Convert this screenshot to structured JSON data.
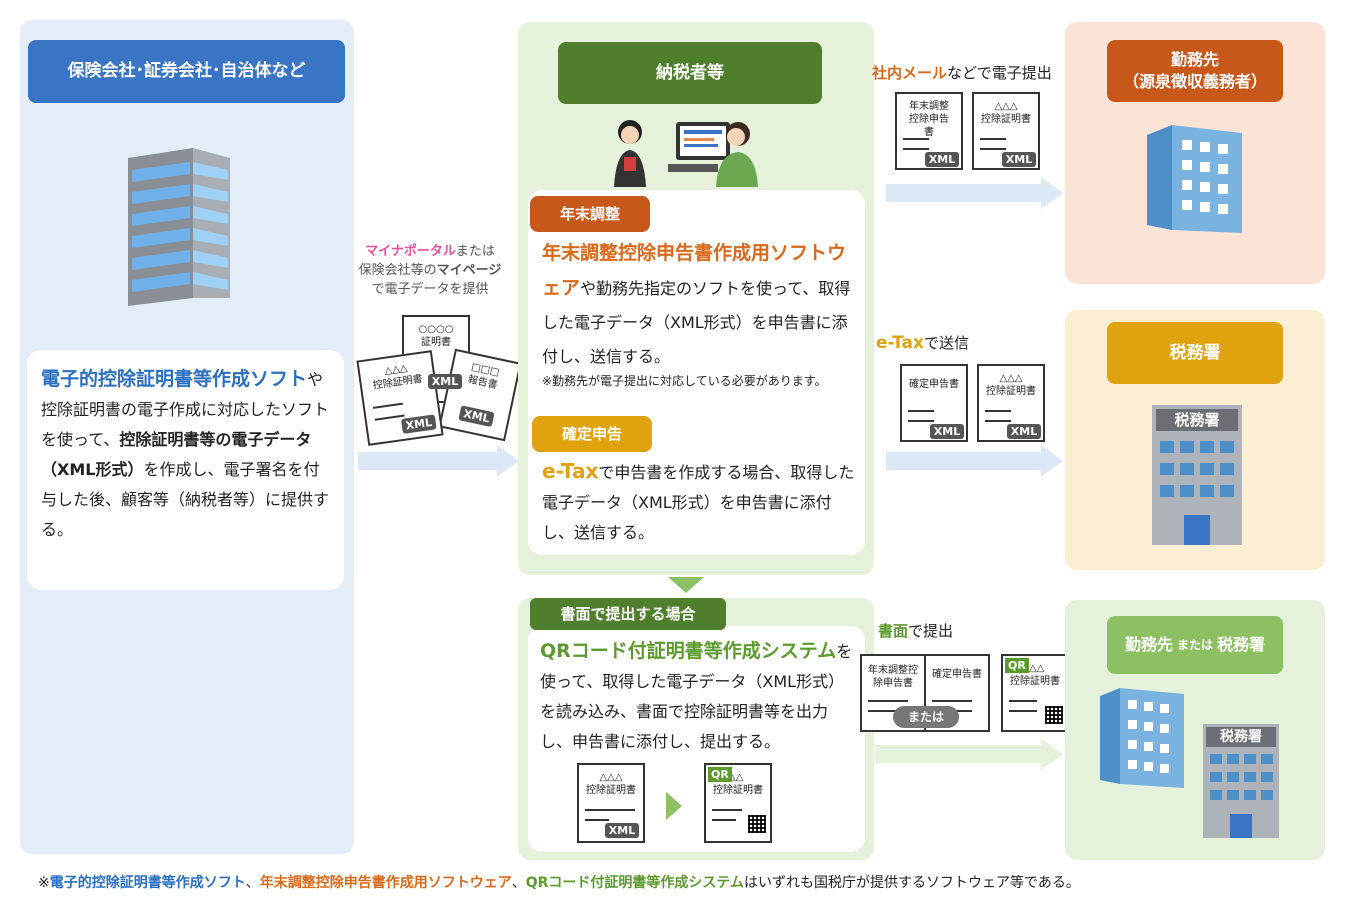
{
  "left": {
    "header": "保険会社･証券会社･自治体など",
    "body_p1": "電子的控除証明書等作成ソフト",
    "body_p2": "や控除証明書の電子作成に対応したソフトを使って、",
    "body_p3": "控除証明書等の電子データ（XML形式）",
    "body_p4": "を作成し、電子署名を付与した後、顧客等（納税者等）に提供する。"
  },
  "arrow1": {
    "l1a": "マイナポータル",
    "l1b": "または",
    "l2a": "保険会社等の",
    "l2b": "マイページ",
    "l3": "で電子データを提供"
  },
  "docs1": {
    "back_title_top": "○○○○",
    "back_title": "証明書",
    "mid_title_top": "△△△",
    "mid_title": "控除証明書",
    "right_title_top": "□□□",
    "right_title": "報告書",
    "xml": "XML"
  },
  "center": {
    "header": "納税者等",
    "tag1": "年末調整",
    "p1a": "年末調整控除申告書作成用ソフトウェア",
    "p1b": "や勤務先指定のソフトを使って、取得した電子データ（XML形式）を申告書に添付し、送信する。",
    "p1note": "※勤務先が電子提出に対応している必要があります。",
    "tag2": "確定申告",
    "p2a": "e-Tax",
    "p2b": "で申告書を作成する場合、取得した電子データ（XML形式）を申告書に添付し、送信する。"
  },
  "paper": {
    "tag": "書面で提出する場合",
    "p1a": "QRコード付証明書等作成システム",
    "p1b": "を使って、取得した電子データ（XML形式）を読み込み、書面で控除証明書等を出力し、申告書に添付し、提出する。",
    "doc_a_top": "△△△",
    "doc_a_title": "控除証明書",
    "doc_b_top": "△△",
    "doc_b_title": "控除証明書",
    "qr": "QR",
    "xml": "XML"
  },
  "route1": {
    "label_a": "社内メール",
    "label_b": "などで電子提出",
    "doc1_title": "年末調整控除申告書",
    "doc2_top": "△△△",
    "doc2_title": "控除証明書",
    "xml": "XML"
  },
  "route2": {
    "label_a": "e-Tax",
    "label_b": "で送信",
    "doc1_title": "確定申告書",
    "doc2_top": "△△△",
    "doc2_title": "控除証明書",
    "xml": "XML"
  },
  "route3": {
    "label_a": "書面",
    "label_b": "で提出",
    "doc1_title": "年末調整控除申告書",
    "doc2_title": "確定申告書",
    "or": "または",
    "doc3_top": "△△",
    "doc3_title": "控除証明書",
    "qr": "QR"
  },
  "right": {
    "box1_l1": "勤務先",
    "box1_l2": "（源泉徴収義務者）",
    "box2": "税務署",
    "box2_sign": "税務署",
    "box3a": "勤務先",
    "box3b": "または",
    "box3c": "税務署",
    "box3_sign": "税務署"
  },
  "footer": {
    "pre": "※",
    "a": "電子的控除証明書等作成ソフト",
    "sep1": "、",
    "b": "年末調整控除申告書作成用ソフトウェア",
    "sep2": "、",
    "c": "QRコード付証明書等作成システム",
    "d": "はいずれも国税庁が提供するソフトウェア等である。"
  },
  "colors": {
    "blue_panel": "#e3edf8",
    "green_panel": "#e6f1dc",
    "peach_panel": "#fbe3d6",
    "cream_panel": "#fbeed2",
    "blue_header": "#3a74c4",
    "green_header": "#4f7f2c",
    "orange_tag": "#c8571a",
    "gold_tag": "#e0a20e",
    "light_green_tag": "#8cc063"
  }
}
